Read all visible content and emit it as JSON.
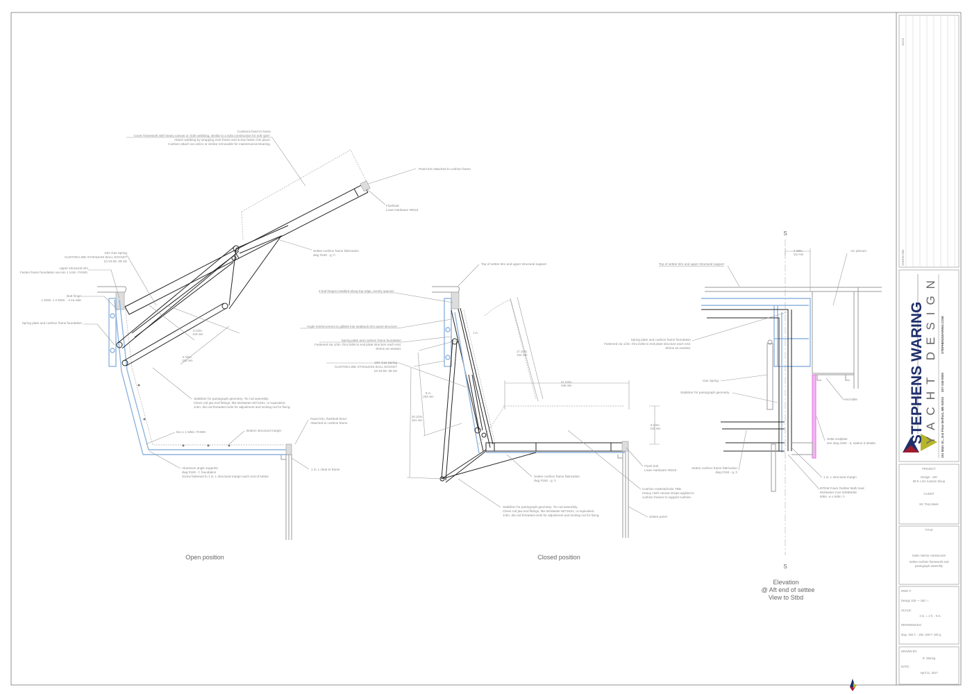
{
  "open": {
    "caption": "Open position",
    "cushion_title": "Cushions fixed to frame",
    "cushion_l1": "Cover framework with heavy canvas or cloth webbing, similar to a sofa construction for soft 'give'.",
    "cushion_l2": "Attach webbing by wrapping over frame and screw fasten into place.",
    "cushion_l3": "Cushion attach via velcro or similar removable for maintenance/cleaning.",
    "panel_trim": "Panel trim attached to cushion frame",
    "flushbolt_1": "Flushbolt",
    "flushbolt_2": "Lowe Hardware #5016",
    "frame_fab_1": "Settee cushion frame fabrication",
    "frame_fab_2": "dwg #150 - g, h",
    "gas_1": "10G Gas Spring",
    "gas_2": "CUSTOM LINE STAINLESS BALL SOCKET",
    "gas_3": "10-10-05 .08 SS",
    "upper_1": "Upper structural trim",
    "upper_2": "Fasten frame foundation via min 1 1/4in. FHWS.",
    "hinge_1": "Butt hinge",
    "hinge_2": "1 5/8in. x 2 5/8in. , 4 ea side",
    "spring_plate": "Spring plate and cushion frame foundation",
    "dim_a_1": "8 1/2in.",
    "dim_a_2": "216 mm",
    "dim_b_1": "8 3/4in.",
    "dim_b_2": "222 mm",
    "stab_1": "Stabilizer for pantograph geometry. Tie rod assembly.",
    "stab_2": "Clevis rod jaw end fittings, like McMaster 6071K51, or equivalent.",
    "stab_3": "1/4in. dia rod threaded ends for adjustment and locking nut for fixing.",
    "fhws": "8x1 x 1 5/8in. FHWS",
    "bottom_margin": "Bottom structural margin",
    "panel_bend_1": "Panel trim, flushbolt bend",
    "panel_bend_2": "Attached to cushion frame",
    "alum_1": "Aluminum angle supports",
    "alum_2": "dwg #150 - f, foundation",
    "alum_3": "Screw fastened to 1 in. L structural margin each end of settee",
    "cleat": "1 in. L cleat to frame"
  },
  "closed": {
    "caption": "Closed position",
    "top_trim": "Top of settee trim and upper structural support",
    "hinges": "4 butt hinges installed along top edge, evenly spaced.",
    "angle": "Angle reinforcement to gibblet into seatback trim panel structure.",
    "plate_1": "Spring plate and cushion frame foundation",
    "plate_2": "Fastened via 1/4in. thru bolts to end plate structure each end.",
    "plate_3": "Shims as needed.",
    "gas_1": "10G Gas Spring",
    "gas_2": "CUSTOM LINE STAINLESS BALL SOCKET",
    "gas_3": "10-10-05 .08 SS",
    "dim_back_1": "17 1/2in.",
    "dim_back_2": "444 mm",
    "dim_1in": "1 in.",
    "dim_seat_1": "21 1/2in.",
    "dim_seat_2": "546 mm",
    "dim_h_1": "8 1/2in.",
    "dim_h_2": "216 mm",
    "dim_c_1": "8 in.",
    "dim_c_2": "203 mm",
    "dim_d_1": "20 1/2in.",
    "dim_d_2": "521 mm",
    "frame_fab_1": "Settee cushion frame fabrication",
    "frame_fab_2": "dwg #150 - g, h",
    "flush_1": "Flush bolt",
    "flush_2": "Lowe Hardware #5016",
    "cush_1": "Cushion material/color TBD.",
    "cush_2": "Heavy cloth canvas straps applied to",
    "cush_3": "cushion frames to support cushion.",
    "stab_1": "Stabilizer for pantograph geometry. Tie rod assembly.",
    "stab_2": "Clevis rod jaw end fittings, like McMaster 6071K51, or equivalent.",
    "stab_3": "1/4in. dia rod threaded ends for adjustment and locking nut for fixing.",
    "panel": "Settee panel"
  },
  "elevation": {
    "section_mark": "S",
    "dim_1": "4 3/8in.",
    "dim_2": "111 mm",
    "plenum": "A/c plenum",
    "top_trim": "Top of settee trim and upper structural support",
    "plate_1": "Spring plate and cushion frame foundation",
    "plate_2": "Fastened via 1/4in. thru bolts to end plate structure each end.",
    "plate_3": "Shims as needed.",
    "gas": "Gas Spring",
    "stab": "Stabilizer for pantograph geometry",
    "end_table": "end table",
    "endplate_1": "Sette endplate",
    "endplate_2": "see dwg d150 - d, station 5 details.",
    "frame_fab_1": "Settee cushion frame fabrication",
    "frame_fab_2": "dwg #150 - g, h",
    "margin": "1 in. L structural margin",
    "seal_1": "EPDM Foam Rubber Bulb Seal",
    "seal_2": "McMaster-Carr 93085K56",
    "seal_3": "5/8in. w x 5/8in. h",
    "cap_1": "Elevation",
    "cap_2": "@    Aft end of settee",
    "cap_3": "View to Stbd"
  },
  "title_block": {
    "date_label": "DATE",
    "revisions_label": "REVISIONS",
    "firm_1": "STEPHENS WARING",
    "firm_2": "YACHT DESIGN",
    "address": "161 Main St., 2nd Floor",
    "city": "Belfast, ME 04915",
    "phone": "207-338-0000",
    "web": "STEPHENSWARING.COM",
    "project_label": "PROJECT",
    "project_1": "Design :   100",
    "project_2": "88 ft. LOA Custom Sloop",
    "client_label": "CLIENT",
    "client": "Mr. Tony Meek",
    "title_label": "TITLE",
    "title_1": "Salon interior construction",
    "title_2": "Settee cushion framework and",
    "title_3": "pantograph assembly",
    "dwg_label": "DWG #:",
    "dwg": "Design 100 — 150 - i",
    "scale_label": "SCALE:",
    "scale": "3 in. = 1 ft. - 0 in.",
    "ref_label": "REFERENCES:",
    "ref": "dwg. 150 C - 150, 150 F, 150 g",
    "drawn_label": "DRAWN BY:",
    "drawn": "R.   Waring",
    "date2_label": "DATE:",
    "date": "April 11, 2017"
  },
  "colors": {
    "blue": "#8fb3de",
    "pink": "#e070e0",
    "navy": "#1f2f6b",
    "red": "#a01c2c",
    "olive": "#b7b52a"
  }
}
